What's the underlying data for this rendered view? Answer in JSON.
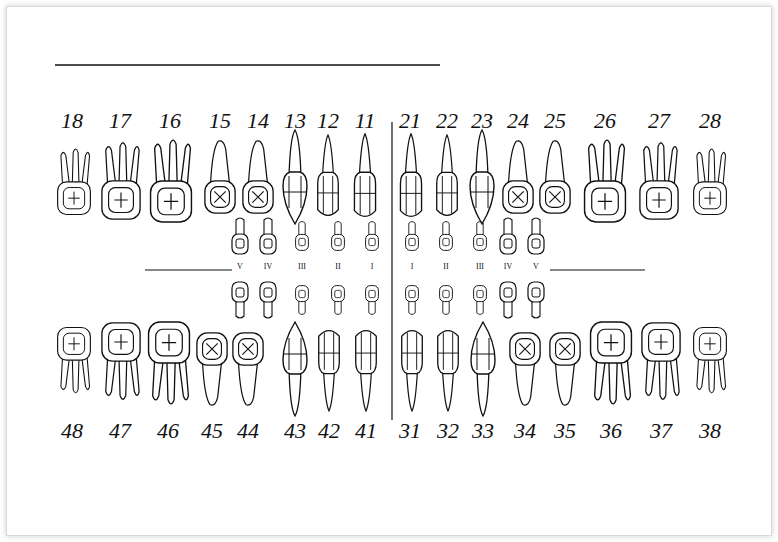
{
  "diagram": {
    "labels": [
      "18",
      "17",
      "16",
      "15",
      "14",
      "13",
      "12",
      "11",
      "21",
      "22",
      "23",
      "24",
      "25",
      "26",
      "27",
      "28",
      "V",
      "IV",
      "III",
      "II",
      "I",
      "I",
      "II",
      "III",
      "IV",
      "V",
      "48",
      "47",
      "46",
      "45",
      "44",
      "43",
      "42",
      "41",
      "31",
      "32",
      "33",
      "34",
      "35",
      "36",
      "37",
      "38"
    ]
  }
}
